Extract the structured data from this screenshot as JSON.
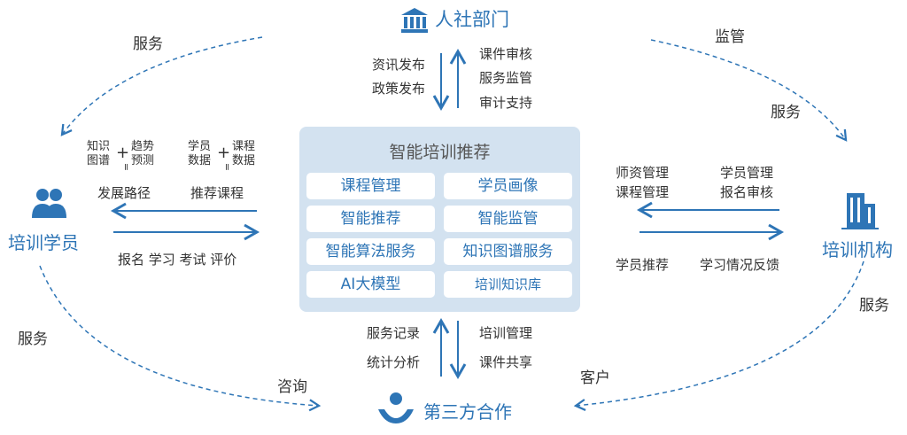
{
  "nodes": {
    "gov": "人社部门",
    "student": "培训学员",
    "institution": "培训机构",
    "third_party": "第三方合作"
  },
  "center": {
    "title": "智能培训推荐",
    "modules": [
      "课程管理",
      "学员画像",
      "智能推荐",
      "智能监管",
      "智能算法服务",
      "知识图谱服务",
      "AI大模型",
      "培训知识库"
    ]
  },
  "gov_down": [
    "资讯发布",
    "政策发布"
  ],
  "gov_up": [
    "课件审核",
    "服务监管",
    "审计支持"
  ],
  "student": {
    "formula1": {
      "a": "知识\n图谱",
      "b": "趋势\n预测",
      "result": "发展路径"
    },
    "formula2": {
      "a": "学员\n数据",
      "b": "课程\n数据",
      "result": "推荐课程"
    },
    "actions": "报名 学习 考试 评价"
  },
  "institution": {
    "to_center": [
      "师资管理",
      "课程管理",
      "学员管理",
      "报名审核"
    ],
    "from_center": [
      "学员推荐",
      "学习情况反馈"
    ]
  },
  "third_up": [
    "服务记录",
    "统计分析"
  ],
  "third_down": [
    "培训管理",
    "课件共享"
  ],
  "arcs": {
    "gov_to_student": "服务",
    "gov_to_inst": "监管",
    "inst_from_gov": "服务",
    "inst_to_third": "服务",
    "third_to_student": "服务",
    "student_to_third": "咨询",
    "third_from_inst": "客户"
  },
  "symbols": {
    "plus": "+",
    "equals": "="
  },
  "colors": {
    "blue": "#2e75b6",
    "panel": "#d3e2f0"
  }
}
